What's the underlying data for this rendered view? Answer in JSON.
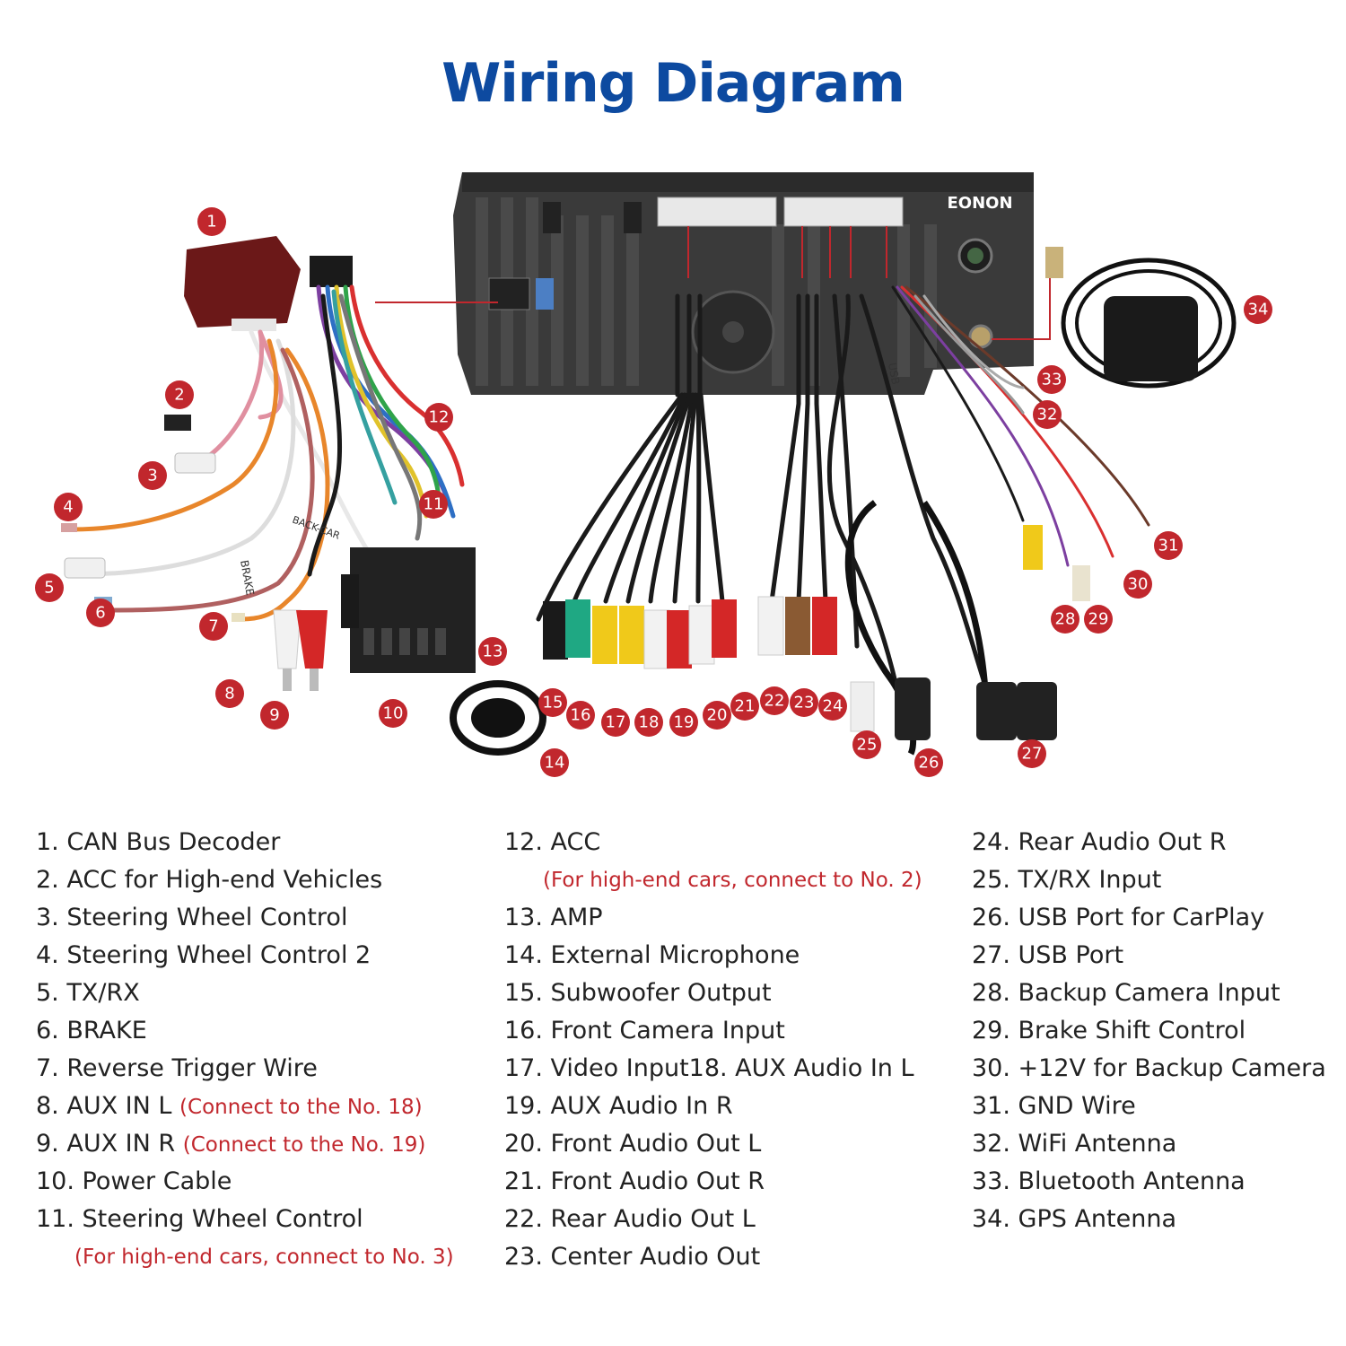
{
  "title": "Wiring Diagram",
  "brand": "EONON",
  "cable_labels": {
    "usb": "USB",
    "brake": "BRAKE",
    "back_car": "BACK-CAR"
  },
  "colors": {
    "title": "#0d4aa0",
    "badge": "#c1272d",
    "note": "#c1272d"
  },
  "badges": [
    "1",
    "2",
    "3",
    "4",
    "5",
    "6",
    "7",
    "8",
    "9",
    "10",
    "11",
    "12",
    "13",
    "14",
    "15",
    "16",
    "17",
    "18",
    "19",
    "20",
    "21",
    "22",
    "23",
    "24",
    "25",
    "26",
    "27",
    "28",
    "29",
    "30",
    "31",
    "32",
    "33",
    "34"
  ],
  "legend": {
    "col1": [
      {
        "text": "1. CAN Bus Decoder"
      },
      {
        "text": "2. ACC for High-end Vehicles"
      },
      {
        "text": "3. Steering Wheel Control"
      },
      {
        "text": "4. Steering Wheel Control 2"
      },
      {
        "text": "5. TX/RX"
      },
      {
        "text": "6. BRAKE"
      },
      {
        "text": "7. Reverse Trigger Wire"
      },
      {
        "text": "8. AUX IN L ",
        "note": "(Connect to the No. 18)"
      },
      {
        "text": "9. AUX IN R ",
        "note": "(Connect to the No. 19)"
      },
      {
        "text": "10. Power Cable"
      },
      {
        "text": "11. Steering Wheel Control"
      },
      {
        "note_line": "(For high-end cars, connect to No. 3)"
      }
    ],
    "col2": [
      {
        "text": "12. ACC"
      },
      {
        "note_line": "(For high-end cars, connect to No. 2)"
      },
      {
        "text": "13. AMP"
      },
      {
        "text": "14. External Microphone"
      },
      {
        "text": "15. Subwoofer Output"
      },
      {
        "text": "16. Front Camera Input"
      },
      {
        "text": "17. Video Input18. AUX Audio In L"
      },
      {
        "text": "19. AUX Audio In R"
      },
      {
        "text": "20. Front Audio Out L"
      },
      {
        "text": "21. Front Audio Out R"
      },
      {
        "text": "22. Rear Audio Out L"
      },
      {
        "text": "23. Center Audio Out"
      }
    ],
    "col3": [
      {
        "text": "24. Rear Audio Out R"
      },
      {
        "text": "25. TX/RX Input"
      },
      {
        "text": "26. USB Port for CarPlay"
      },
      {
        "text": "27. USB Port"
      },
      {
        "text": "28. Backup Camera Input"
      },
      {
        "text": "29. Brake Shift Control"
      },
      {
        "text": "30. +12V for Backup Camera"
      },
      {
        "text": "31. GND Wire"
      },
      {
        "text": "32. WiFi Antenna"
      },
      {
        "text": "33. Bluetooth Antenna"
      },
      {
        "text": "34. GPS Antenna"
      }
    ]
  }
}
